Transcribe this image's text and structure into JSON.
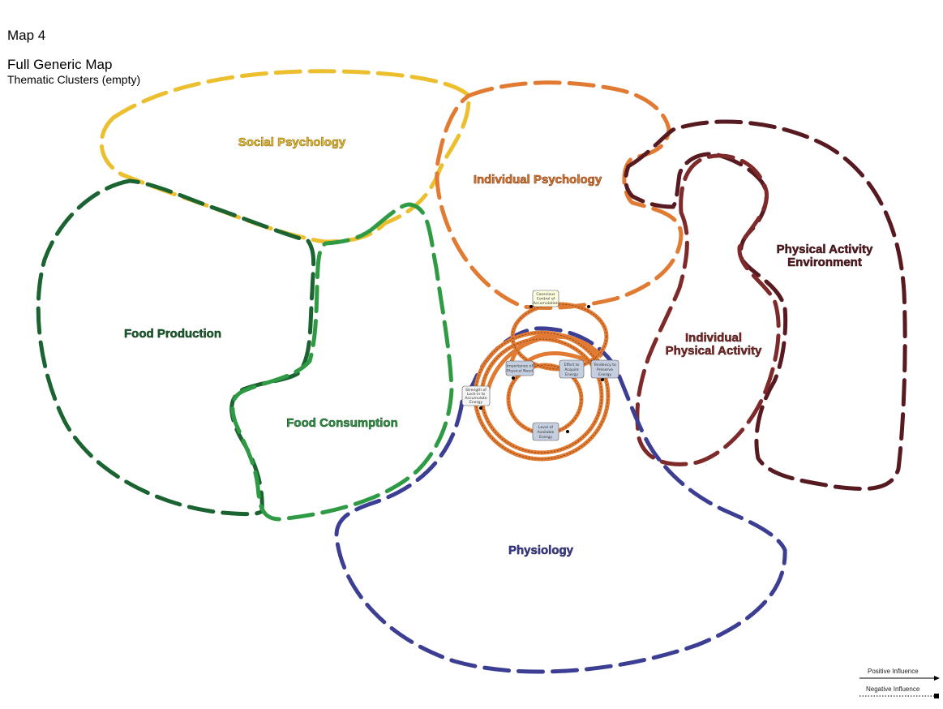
{
  "header": {
    "map_title": "Map 4",
    "map_subtitle": "Full Generic Map",
    "map_caption": "Thematic Clusters (empty)"
  },
  "regions": {
    "social_psychology": {
      "label": "Social Psychology",
      "color": "#EBBF2D"
    },
    "individual_psychology": {
      "label": "Individual Psychology",
      "color": "#E17B33"
    },
    "physical_activity_environment": {
      "label_line1": "Physical Activity",
      "label_line2": "Environment",
      "color": "#571A20"
    },
    "individual_physical_activity": {
      "label_line1": "Individual",
      "label_line2": "Physical Activity",
      "color": "#7F2A2A"
    },
    "food_production": {
      "label": "Food Production",
      "color": "#1B6330"
    },
    "food_consumption": {
      "label": "Food Consumption",
      "color": "#2E9B44"
    },
    "physiology": {
      "label": "Physiology",
      "color": "#3C3E93"
    }
  },
  "core_loop": {
    "color": "#E17B33",
    "nodes": {
      "conscious_control": {
        "line1": "Conscious",
        "line2": "Control of",
        "line3": "Accumulation"
      },
      "importance_need": {
        "line1": "Importance of",
        "line2": "Physical Need"
      },
      "effort_acquire": {
        "line1": "Effort to",
        "line2": "Acquire",
        "line3": "Energy"
      },
      "tendency_preserve": {
        "line1": "Tendency to",
        "line2": "Preserve",
        "line3": "Energy"
      },
      "strength_lockin": {
        "line1": "Strength of",
        "line2": "Lock-in to",
        "line3": "Accumulate",
        "line4": "Energy"
      },
      "level_energy": {
        "line1": "Level of",
        "line2": "Available",
        "line3": "Energy"
      }
    }
  },
  "legend": {
    "positive": "Positive Influence",
    "negative": "Negative Influence"
  }
}
